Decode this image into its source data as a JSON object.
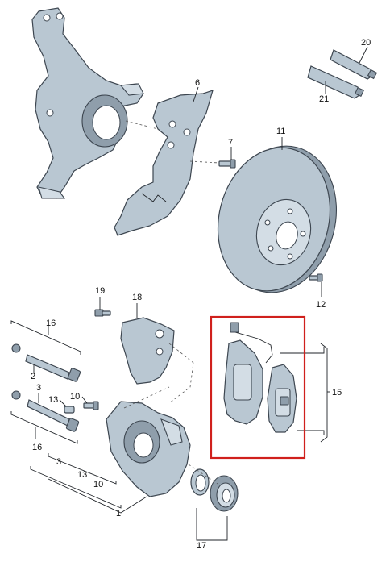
{
  "diagram": {
    "callouts": {
      "c1": "1",
      "c2": "2",
      "c3a": "3",
      "c3b": "3",
      "c6": "6",
      "c7": "7",
      "c10a": "10",
      "c10b": "10",
      "c11": "11",
      "c12": "12",
      "c13a": "13",
      "c13b": "13",
      "c15": "15",
      "c16a": "16",
      "c16b": "16",
      "c17": "17",
      "c18": "18",
      "c19": "19",
      "c20": "20",
      "c21": "21"
    },
    "highlight_color": "#d0201c"
  }
}
